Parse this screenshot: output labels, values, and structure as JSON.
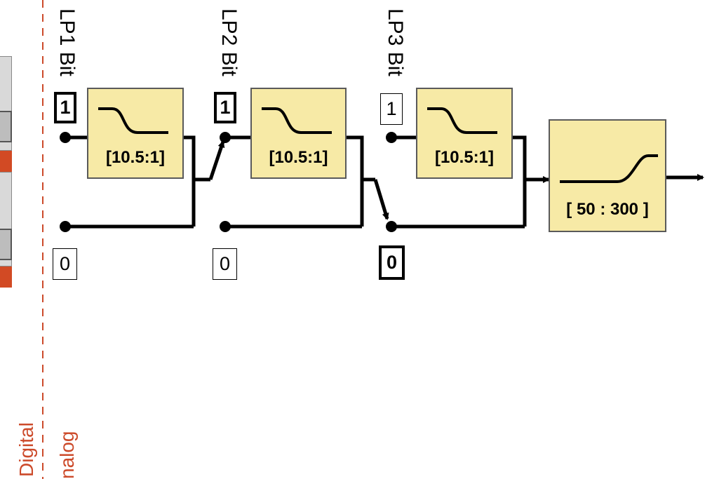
{
  "stages": [
    {
      "label": "LP1 Bit",
      "bit_top": "1",
      "bit_bottom": "0",
      "active": "top",
      "filter_ratio": "[10.5:1]"
    },
    {
      "label": "LP2 Bit",
      "bit_top": "1",
      "bit_bottom": "0",
      "active": "top",
      "filter_ratio": "[10.5:1]"
    },
    {
      "label": "LP3 Bit",
      "bit_top": "1",
      "bit_bottom": "0",
      "active": "bottom",
      "filter_ratio": "[10.5:1]"
    }
  ],
  "highpass": {
    "range": "[ 50 : 300 ]"
  },
  "domains": {
    "digital": "Digital",
    "analog": "nalog"
  },
  "colors": {
    "filter_fill": "#f7eaa6",
    "domain_text": "#cc4a2a",
    "divider": "#cc4a2a"
  }
}
